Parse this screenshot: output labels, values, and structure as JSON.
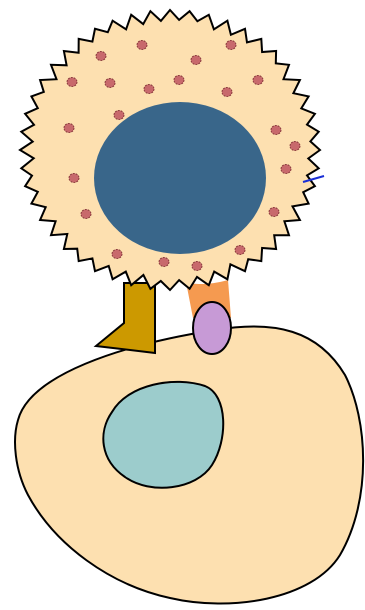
{
  "colors": {
    "background": "#ffffff",
    "cell_cytoplasm": "#fde0b0",
    "lymphocyte_nucleus": "#39668a",
    "granule_fill": "#c8696c",
    "granule_stroke": "#8a3a3c",
    "target_nucleus": "#9ccccc",
    "receptor_gold": "#cc9900",
    "receptor_orange": "#f59a50",
    "ligand_violet": "#c79ad6",
    "outline": "#000000",
    "tick_blue": "#1a2fd6"
  },
  "elements": {
    "lymphocyte": {
      "cytoplasm": "cytoplasm-bubble",
      "nucleus": "nucleus-oval"
    },
    "granules_count": 22,
    "target_cell": {
      "cytoplasm": "cytoplasm-blob",
      "nucleus": "nucleus-blob"
    },
    "receptors": [
      "gold-boot-receptor",
      "orange-cup-receptor",
      "violet-oval-ligand"
    ]
  }
}
